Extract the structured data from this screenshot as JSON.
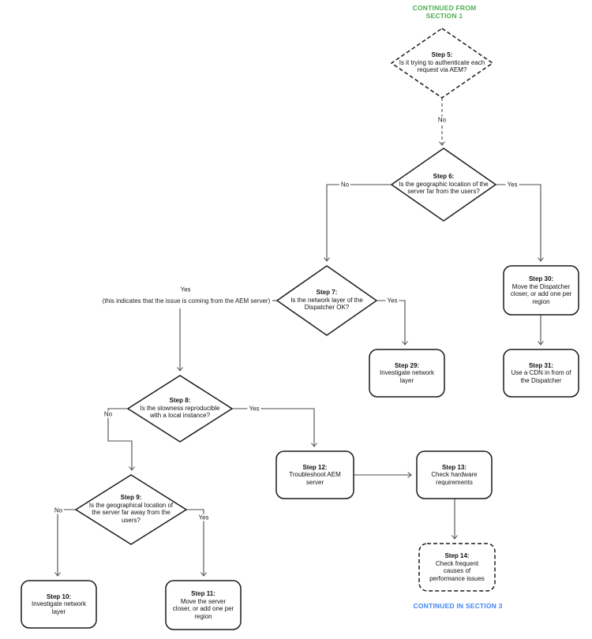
{
  "meta": {
    "accent_green": "#4caf50",
    "accent_blue": "#4285f4",
    "line_color": "#4c4c4c",
    "shape_border_color": "#1a1a1a"
  },
  "headers": {
    "continued_from": "CONTINUED FROM\nSECTION 1",
    "continued_in": "CONTINUED IN SECTION 3"
  },
  "nodes": {
    "step5": {
      "title": "Step 5:",
      "text": "Is it trying to authenticate each\nrequest via AEM?"
    },
    "step6": {
      "title": "Step 6:",
      "text": "Is the geographic location of the\nserver far from the users?"
    },
    "step7": {
      "title": "Step 7:",
      "text": "Is the network layer of the\nDispatcher OK?"
    },
    "step8": {
      "title": "Step 8:",
      "text": "Is the slowness reproducible\nwith a local instance?"
    },
    "step9": {
      "title": "Step 9:",
      "text": "Is the geographical location of\nthe server far away from the\nusers?"
    },
    "step10": {
      "title": "Step 10:",
      "text": "Investigate network\nlayer"
    },
    "step11": {
      "title": "Step 11:",
      "text": "Move the server\ncloser, or add one per\nregion"
    },
    "step12": {
      "title": "Step 12:",
      "text": "Troubleshoot AEM\nserver"
    },
    "step13": {
      "title": "Step 13:",
      "text": "Check hardware\nrequirements"
    },
    "step14": {
      "title": "Step 14:",
      "text": "Check frequent\ncauses of\nperformance issues"
    },
    "step29": {
      "title": "Step 29:",
      "text": "Investigate network\nlayer"
    },
    "step30": {
      "title": "Step 30:",
      "text": "Move the Dispatcher\ncloser, or add one per\nregion"
    },
    "step31": {
      "title": "Step 31:",
      "text": "Use a CDN in from of\nthe Dispatcher"
    }
  },
  "labels": {
    "step5_no": "No",
    "step6_no": "No",
    "step6_yes": "Yes",
    "step7_yes_right": "Yes",
    "step7_yes_left": "Yes",
    "step7_yes_left_note": "(this indicates that the issue is coming from the AEM server)",
    "step8_no": "No",
    "step8_yes": "Yes",
    "step9_no": "No",
    "step9_yes": "Yes"
  }
}
